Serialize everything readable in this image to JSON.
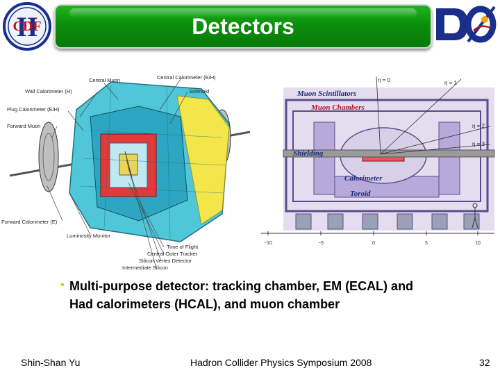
{
  "slide": {
    "title": "Detectors",
    "bullets": [
      {
        "line1": "Multi-purpose detector: tracking chamber, EM (ECAL) and",
        "line2": "Had calorimeters (HCAL), and muon chamber"
      }
    ],
    "footer": {
      "author": "Shin-Shan Yu",
      "event": "Hadron Collider Physics Symposium 2008",
      "page": "32"
    }
  },
  "logos": {
    "left": {
      "text": "CDF",
      "numeral": "II"
    },
    "right": {
      "text": "DØ"
    }
  },
  "cdf_figure": {
    "labels": {
      "central_muon": "Central Muon",
      "central_calorimeter": "Central Calorimeter (E/H)",
      "wall_calorimeter": "Wall Calorimeter (H)",
      "solenoid": "Solenoid",
      "plug_calorimeter": "Plug Calorimeter (E/H)",
      "forward_muon": "Forward Muon",
      "forward_calorimeter": "Forward Calorimeter (E)",
      "luminosity_monitor": "Luminosity Monitor",
      "time_of_flight": "Time of Flight",
      "central_outer_tracker": "Central Outer Tracker",
      "silicon_vertex_detector": "Silicon Vertex Detector",
      "intermediate_silicon": "Intermediate Silicon"
    }
  },
  "d0_figure": {
    "labels": {
      "muon_scintillators": "Muon Scintillators",
      "muon_chambers": "Muon Chambers",
      "shielding": "Shielding",
      "calorimeter": "Calorimeter",
      "toroid": "Toroid",
      "eta0": "η = 0",
      "eta1": "η = 1",
      "eta2": "η = 2",
      "eta3": "η = 3"
    },
    "axis_ticks": [
      "−10",
      "−5",
      "0",
      "5",
      "10"
    ]
  },
  "colors": {
    "title_bar": "#0b8f0b",
    "bullet": "#e6c200",
    "d0_background": "#e4dcef",
    "d0_label_blue": "#1c2a78",
    "d0_label_red": "#b0142a"
  }
}
